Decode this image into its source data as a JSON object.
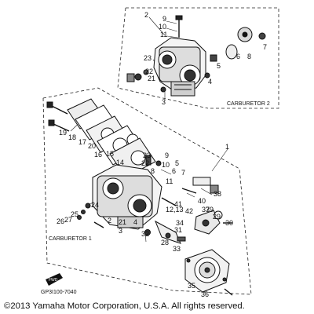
{
  "diagram": {
    "box_labels": {
      "carb1": "CARBURETOR 1",
      "carb2": "CARBURETOR 2"
    },
    "diagram_code": "GP3I100-7040",
    "fwd_label": "FWD",
    "copyright": "©2013 Yamaha Motor Corporation, U.S.A. All rights reserved.",
    "part_labels": {
      "p1": "1",
      "p2": "2",
      "u9": "9",
      "u10": "10",
      "u11": "11",
      "u8": "8",
      "u6": "6",
      "u7": "7",
      "u5": "5",
      "u23": "23",
      "u22": "22",
      "u21": "21",
      "u4": "4",
      "u3": "3",
      "l19": "19",
      "l18": "18",
      "l17": "17",
      "l20": "20",
      "l16": "16",
      "l15": "15",
      "l14": "14",
      "l23": "23",
      "l22": "22",
      "l9": "9",
      "l10": "10",
      "l8": "8",
      "l6": "6",
      "l5": "5",
      "l7": "7",
      "l11": "11",
      "l38": "38",
      "l40": "40",
      "l39": "39",
      "l42": "42",
      "l41": "41",
      "l1213": "12,13",
      "l24": "24",
      "l25": "25",
      "l26": "26",
      "l27": "27",
      "l37": "37",
      "l29": "29",
      "l30": "30",
      "l2": "2",
      "l21": "21",
      "l3": "3",
      "l4": "4",
      "l32": "32",
      "l34": "34",
      "l31": "31",
      "l28": "28",
      "l33": "33",
      "l35": "35",
      "l36": "36"
    }
  }
}
